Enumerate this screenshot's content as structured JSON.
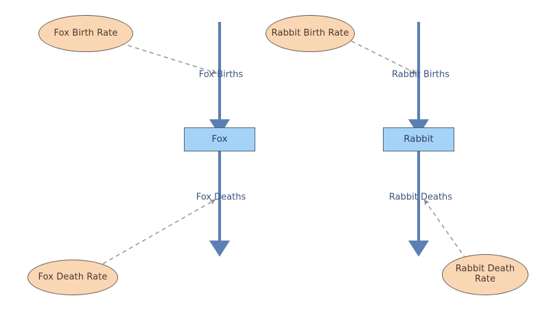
{
  "diagram": {
    "type": "stock-and-flow",
    "background": "#ffffff",
    "colors": {
      "stock_fill": "#a5d2f7",
      "stock_border": "#4a6377",
      "variable_fill": "#fad7b4",
      "variable_border": "#6b5b52",
      "flow_pipe": "#5b7fb4",
      "link_dashed": "#9a9a9a",
      "flow_label_text": "#3b5582"
    },
    "stocks": [
      {
        "id": "fox",
        "label": "Fox"
      },
      {
        "id": "rabbit",
        "label": "Rabbit"
      }
    ],
    "variables": [
      {
        "id": "fox-birth-rate",
        "label": "Fox Birth Rate"
      },
      {
        "id": "rabbit-birth-rate",
        "label": "Rabbit Birth Rate"
      },
      {
        "id": "fox-death-rate",
        "label": "Fox Death Rate"
      },
      {
        "id": "rabbit-death-rate",
        "label": "Rabbit Death Rate"
      }
    ],
    "flows": [
      {
        "id": "fox-births",
        "label": "Fox Births",
        "direction": "into-fox"
      },
      {
        "id": "fox-deaths",
        "label": "Fox Deaths",
        "direction": "out-of-fox"
      },
      {
        "id": "rabbit-births",
        "label": "Rabbit Births",
        "direction": "into-rabbit"
      },
      {
        "id": "rabbit-deaths",
        "label": "Rabbit Deaths",
        "direction": "out-of-rabbit"
      }
    ],
    "links": [
      {
        "from": "Fox Birth Rate",
        "to": "Fox Births"
      },
      {
        "from": "Fox Death Rate",
        "to": "Fox Deaths"
      },
      {
        "from": "Rabbit Birth Rate",
        "to": "Rabbit Births"
      },
      {
        "from": "Rabbit Death Rate",
        "to": "Rabbit Deaths"
      }
    ]
  }
}
